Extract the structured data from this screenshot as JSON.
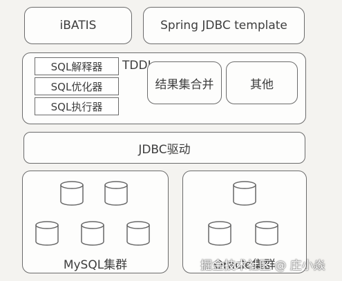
{
  "top": {
    "ibatis": "iBATIS",
    "spring": "Spring JDBC template"
  },
  "tddl": {
    "title": "TDDL",
    "components": [
      "SQL解释器",
      "SQL优化器",
      "SQL执行器"
    ],
    "merge": "结果集合并",
    "other": "其他"
  },
  "driver": "JDBC驱动",
  "clusters": {
    "mysql": "MySQL集群",
    "oracle": "Oracle集群"
  },
  "watermark": "掘金技术社区 @ 庄小焱"
}
